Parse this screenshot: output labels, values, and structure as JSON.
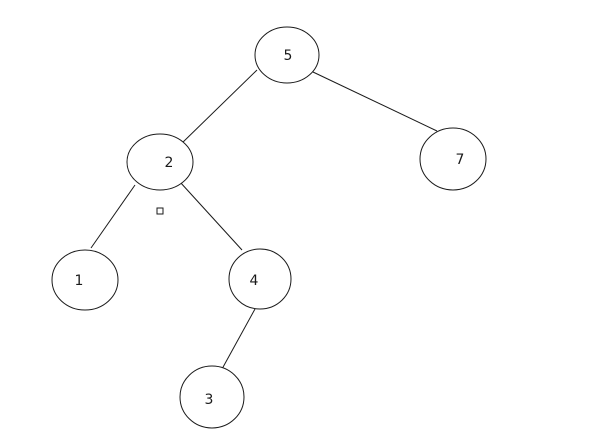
{
  "tree": {
    "nodes": [
      {
        "id": "n5",
        "label": "5"
      },
      {
        "id": "n2",
        "label": "2"
      },
      {
        "id": "n7",
        "label": "7"
      },
      {
        "id": "n1",
        "label": "1"
      },
      {
        "id": "n4",
        "label": "4"
      },
      {
        "id": "n3",
        "label": "3"
      }
    ],
    "edges": [
      {
        "from": "n5",
        "to": "n2"
      },
      {
        "from": "n5",
        "to": "n7"
      },
      {
        "from": "n2",
        "to": "n1"
      },
      {
        "from": "n2",
        "to": "n4"
      },
      {
        "from": "n4",
        "to": "n3"
      }
    ],
    "colors": {
      "stroke": "#1a1a1a",
      "fill": "#ffffff",
      "background": "#ffffff"
    }
  }
}
